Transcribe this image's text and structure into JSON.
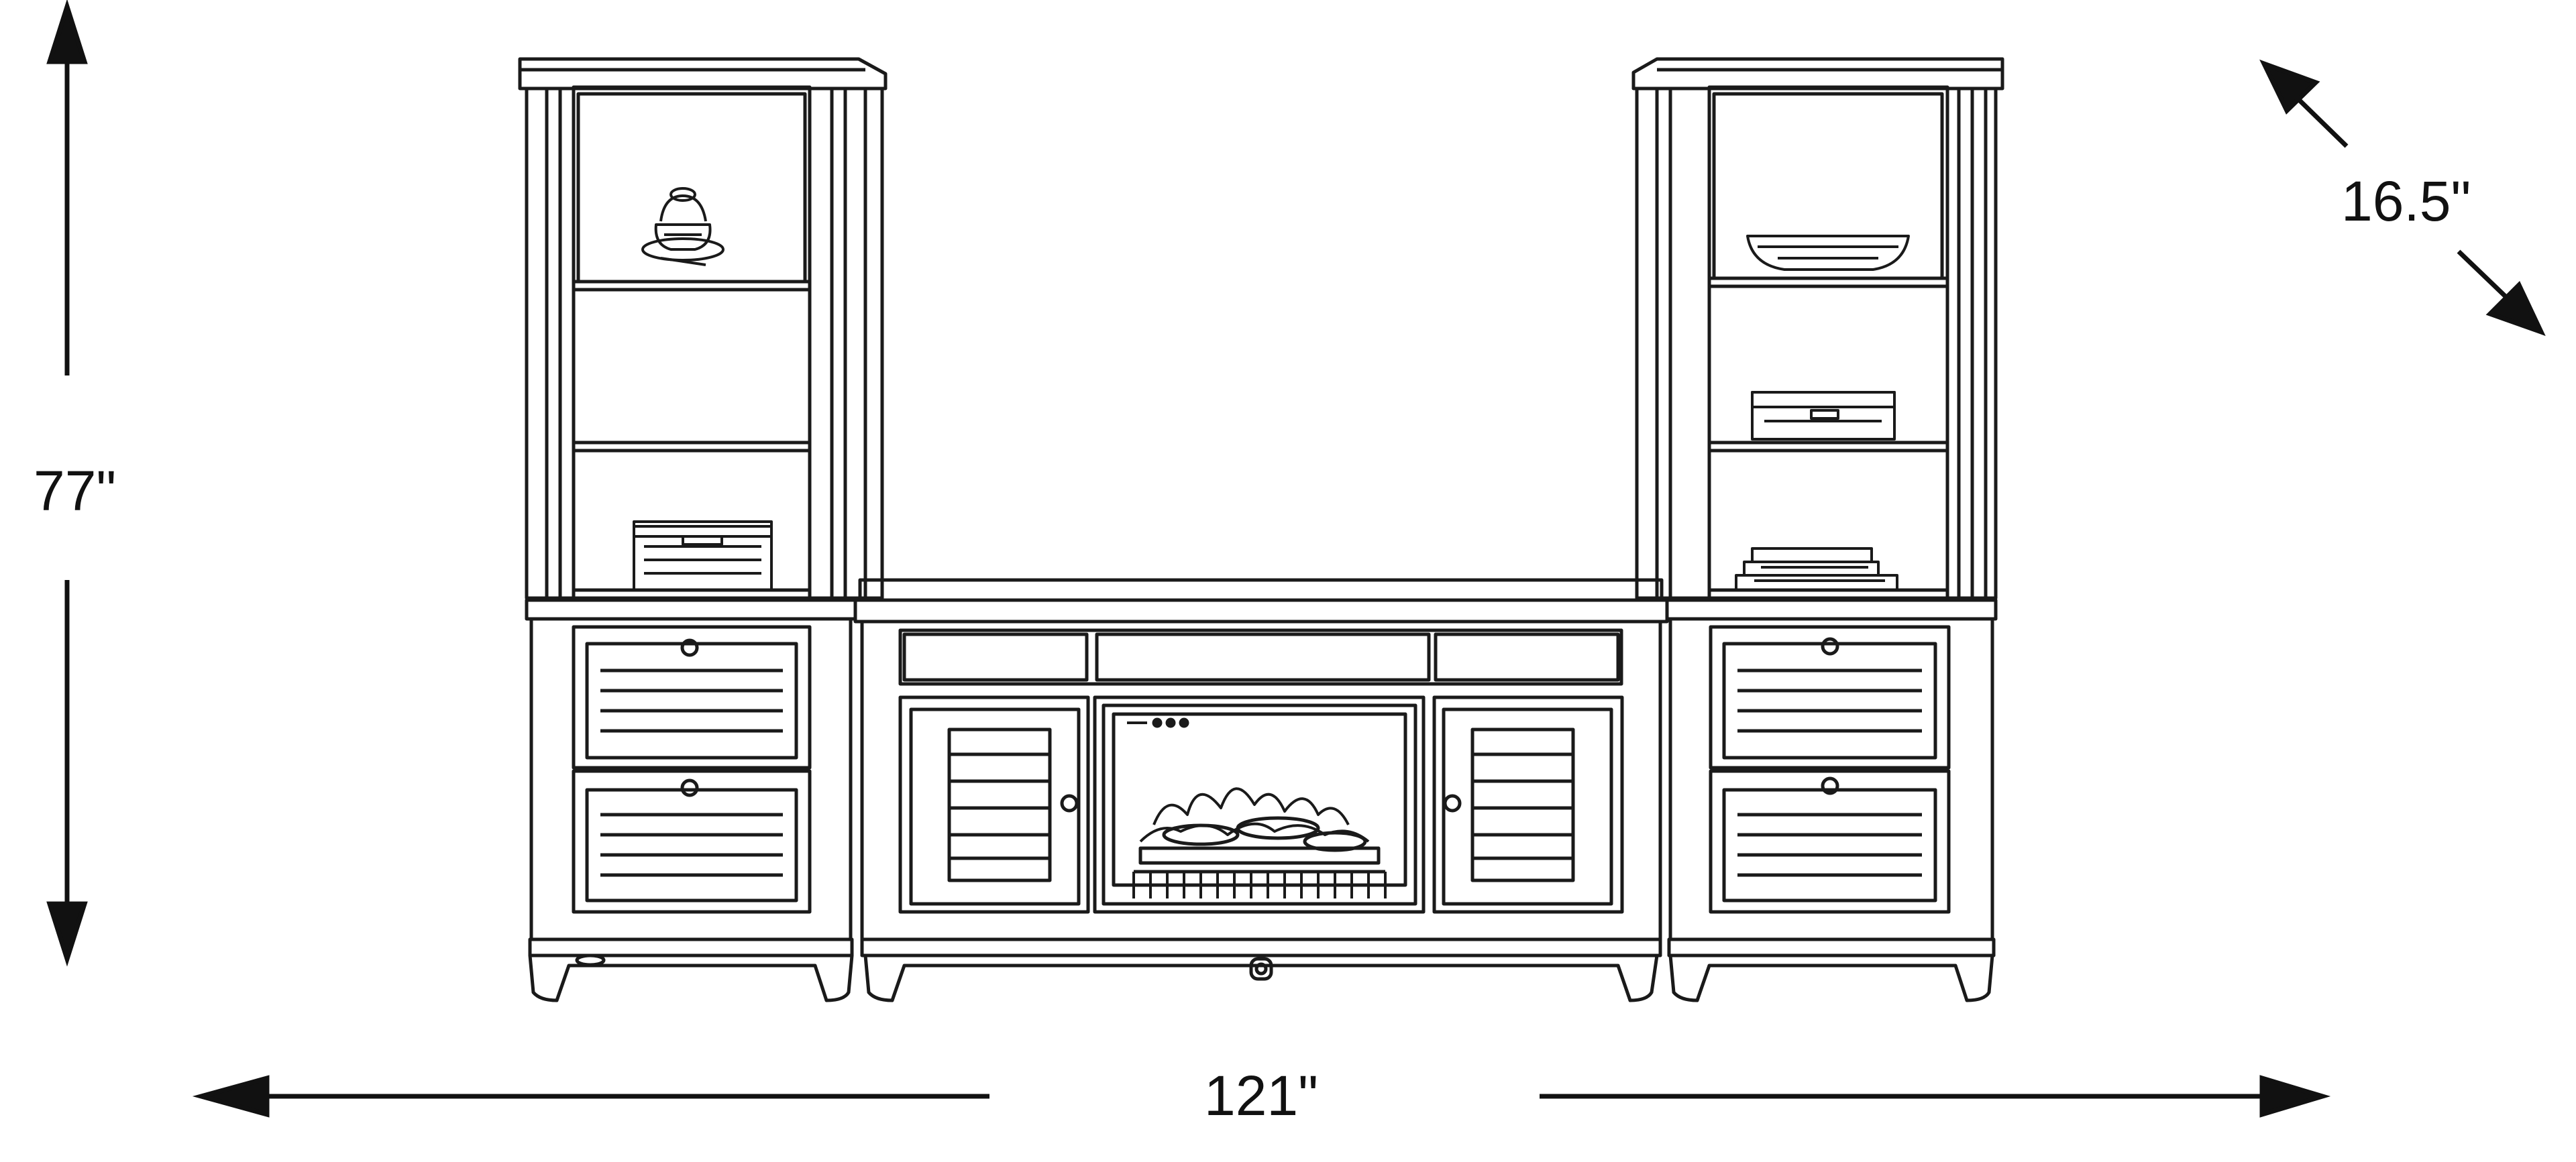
{
  "dimensions": {
    "height": "77\"",
    "width": "121\"",
    "depth": "16.5\""
  },
  "colors": {
    "line": "#1a1a1a",
    "arrow": "#111111",
    "background": "#ffffff"
  },
  "icons": {
    "arrow_head": "triangle-arrowhead"
  }
}
